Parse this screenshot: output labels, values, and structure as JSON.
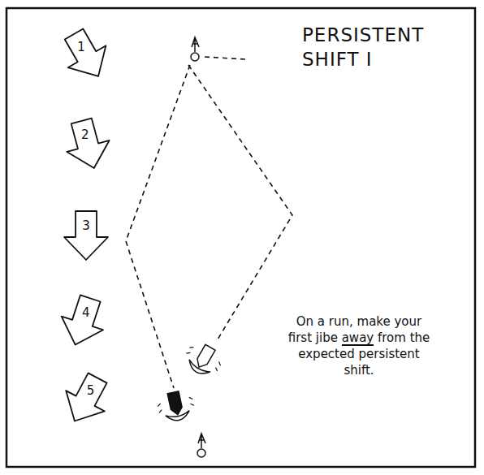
{
  "diagram": {
    "title": "PERSISTENT SHIFT I",
    "caption": "On a run, make your first jibe away from the expected persistent shift.",
    "nodes": [
      {
        "text": [
          "1"
        ]
      },
      {
        "text": [
          "2"
        ]
      },
      {
        "text": [
          "3"
        ]
      },
      {
        "text": [
          "4"
        ]
      },
      {
        "text": [
          "5"
        ]
      }
    ]
  }
}
